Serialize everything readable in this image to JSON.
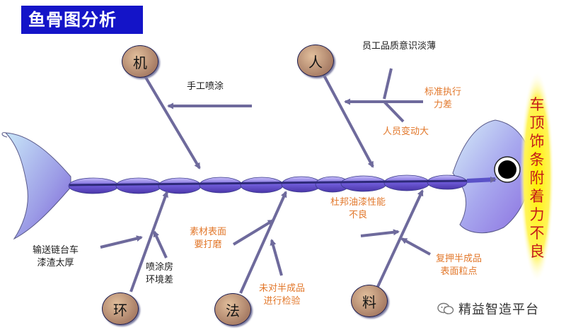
{
  "title": "鱼骨图分析",
  "problem": "车顶饰条附着力不良",
  "categories": {
    "machine": "机",
    "man": "人",
    "environment": "环",
    "method": "法",
    "material": "料"
  },
  "causes": {
    "manual_spray": "手工喷涂",
    "low_quality_awareness": "员工品质意识淡薄",
    "standard_execution": "标准执行\n力差",
    "staff_turnover": "人员变动大",
    "dupont_paint": "杜邦油漆性能\n不良",
    "conveyor_slag": "输送链台车\n漆渣太厚",
    "spray_booth_env": "喷涂房\n环境差",
    "surface_sanding": "素材表面\n要打磨",
    "no_semifinished_check": "未对半成品\n进行检验",
    "surface_particles": "复押半成品\n表面粒点"
  },
  "watermark": "精益智造平台",
  "colors": {
    "title_bg": "#1414c8",
    "arrow": "#6e6a9c",
    "orange_text": "#e2772a",
    "problem_text": "#c41a1a",
    "highlight": "#fff200"
  },
  "icons": {
    "watermark": "wechat-icon"
  }
}
